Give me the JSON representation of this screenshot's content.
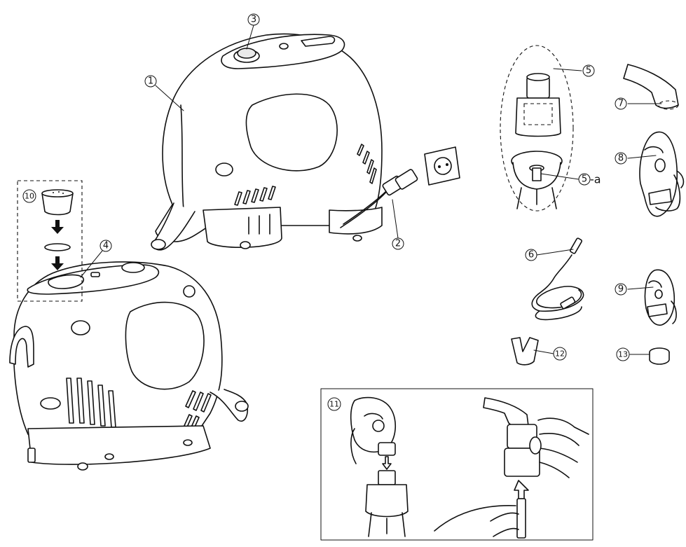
{
  "callouts": [
    {
      "id": "c1",
      "label": "1"
    },
    {
      "id": "c2",
      "label": "2"
    },
    {
      "id": "c3",
      "label": "3"
    },
    {
      "id": "c4",
      "label": "4"
    },
    {
      "id": "c5",
      "label": "5"
    },
    {
      "id": "c5a",
      "label": "5",
      "suffix": "-a"
    },
    {
      "id": "c6",
      "label": "6"
    },
    {
      "id": "c7",
      "label": "7"
    },
    {
      "id": "c8",
      "label": "8"
    },
    {
      "id": "c9",
      "label": "9"
    },
    {
      "id": "c10",
      "label": "10"
    },
    {
      "id": "c11",
      "label": "11"
    },
    {
      "id": "c12",
      "label": "12"
    },
    {
      "id": "c13",
      "label": "13"
    }
  ],
  "colors": {
    "line": "#111111",
    "panel": "#ffffff",
    "shade": "#e9e9e9"
  }
}
